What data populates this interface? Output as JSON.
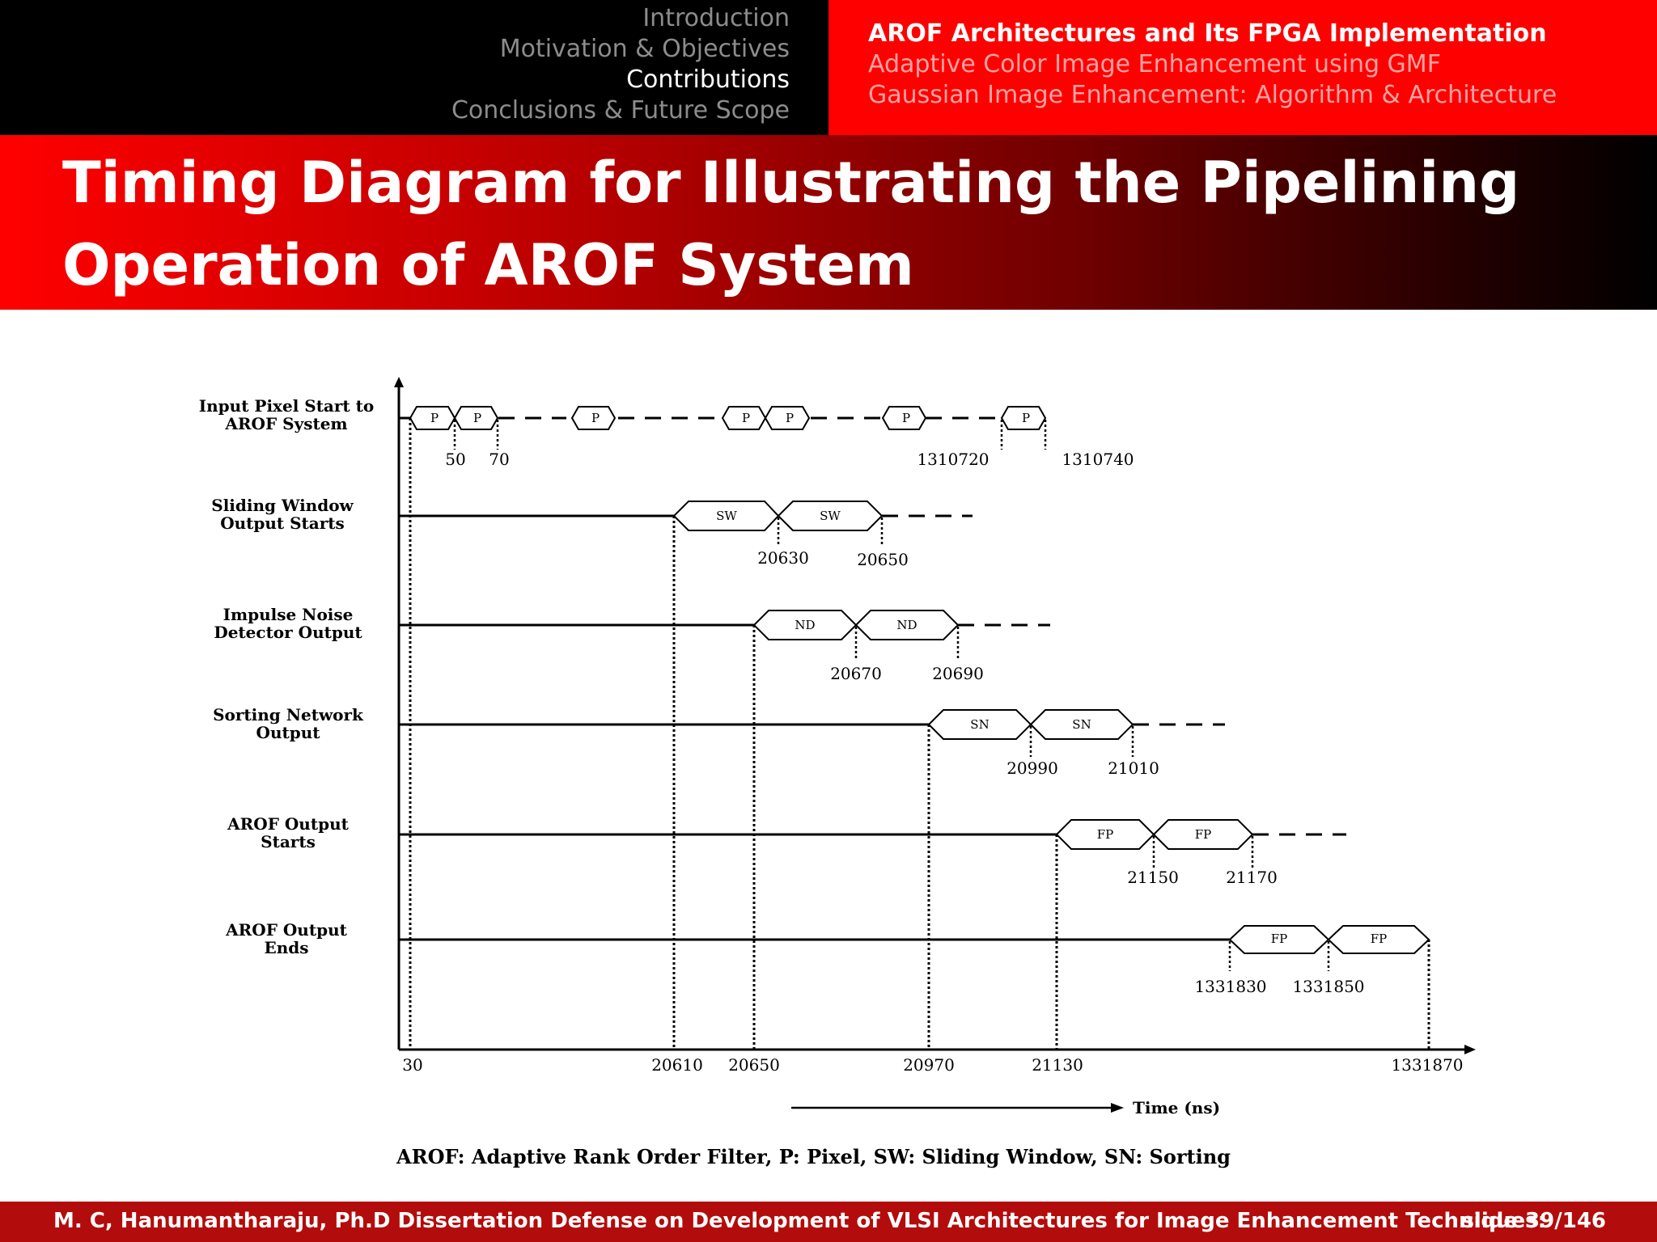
{
  "nav": {
    "sections": [
      {
        "label": "Introduction",
        "active": false
      },
      {
        "label": "Motivation & Objectives",
        "active": false
      },
      {
        "label": "Contributions",
        "active": true
      },
      {
        "label": "Conclusions & Future Scope",
        "active": false
      }
    ],
    "subsections": [
      {
        "label": "AROF Architectures and Its FPGA Implementation",
        "active": true
      },
      {
        "label": "Adaptive Color Image Enhancement using GMF",
        "active": false
      },
      {
        "label": "Gaussian Image Enhancement: Algorithm & Architecture",
        "active": false
      }
    ]
  },
  "title": {
    "line1": "Timing Diagram for Illustrating the Pipelining",
    "line2": "Operation of AROF System"
  },
  "diagram": {
    "signals": [
      {
        "label_lines": [
          "Input Pixel Start to",
          "AROF System"
        ]
      },
      {
        "label_lines": [
          "Sliding Window",
          "Output Starts"
        ]
      },
      {
        "label_lines": [
          "Impulse Noise",
          "Detector  Output"
        ]
      },
      {
        "label_lines": [
          "Sorting Network",
          "Output"
        ]
      },
      {
        "label_lines": [
          "AROF Output",
          "Starts"
        ]
      },
      {
        "label_lines": [
          "AROF Output",
          "Ends"
        ]
      }
    ],
    "box_labels": {
      "pixel": "P",
      "sliding_window": "SW",
      "noise_detector": "ND",
      "sorting": "SN",
      "filtered_pixel": "FP"
    },
    "signal_ticks": [
      [
        "50",
        "70",
        "1310720",
        "1310740"
      ],
      [
        "20630",
        "20650"
      ],
      [
        "20670",
        "20690"
      ],
      [
        "20990",
        "21010"
      ],
      [
        "21150",
        "21170"
      ],
      [
        "1331830",
        "1331850"
      ]
    ],
    "axis_ticks": [
      "30",
      "20610",
      "20650",
      "20970",
      "21130",
      "1331870"
    ],
    "time_label": "Time (ns)",
    "caption": "AROF: Adaptive Rank Order Filter, P: Pixel, SW: Sliding Window, SN: Sorting"
  },
  "footer": {
    "text": "M. C, Hanumantharaju, Ph.D Dissertation Defense on Development of VLSI Architectures for Image Enhancement Techniques:",
    "slide": "slide 39/146"
  },
  "colors": {
    "nav_left_bg": "#000000",
    "nav_right_bg": "#ff0000",
    "nav_inactive": "#8c8c8c",
    "nav_sub_inactive": "#ffa3a3",
    "footer_bg": "#b30c0c"
  }
}
